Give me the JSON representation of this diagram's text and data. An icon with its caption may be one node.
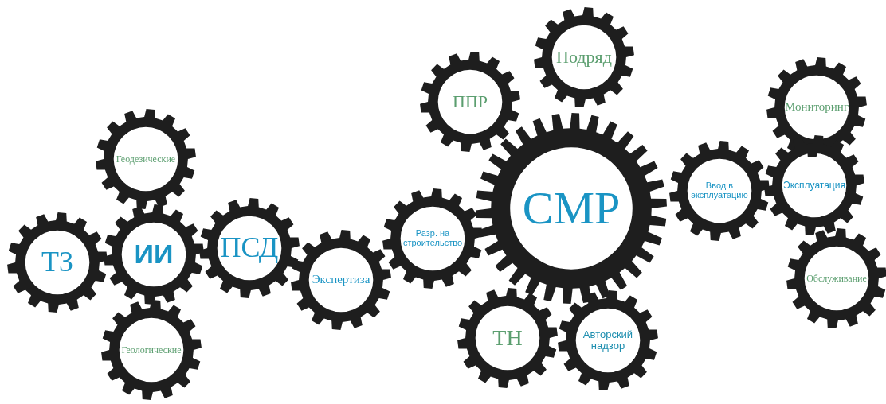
{
  "diagram": {
    "nodes": [
      {
        "text": [
          "Геодезические"
        ]
      },
      {
        "text": [
          "ТЗ"
        ]
      },
      {
        "text": [
          "ИИ"
        ]
      },
      {
        "text": [
          "ПСД"
        ]
      },
      {
        "text": [
          "Геологические"
        ]
      },
      {
        "text": [
          "Экспертиза"
        ]
      },
      {
        "text": [
          "Разр. на строительство"
        ]
      },
      {
        "text": [
          "ППР"
        ]
      },
      {
        "text": [
          "Подряд"
        ]
      },
      {
        "text": [
          "СМР"
        ]
      },
      {
        "text": [
          "ТН"
        ]
      },
      {
        "text": [
          "Авторский надзор"
        ]
      },
      {
        "text": [
          "Ввод в эксплуатацию"
        ]
      },
      {
        "text": [
          "Мониторинг"
        ]
      },
      {
        "text": [
          "Эксплуатация"
        ]
      },
      {
        "text": [
          "Обслуживание"
        ]
      }
    ]
  }
}
